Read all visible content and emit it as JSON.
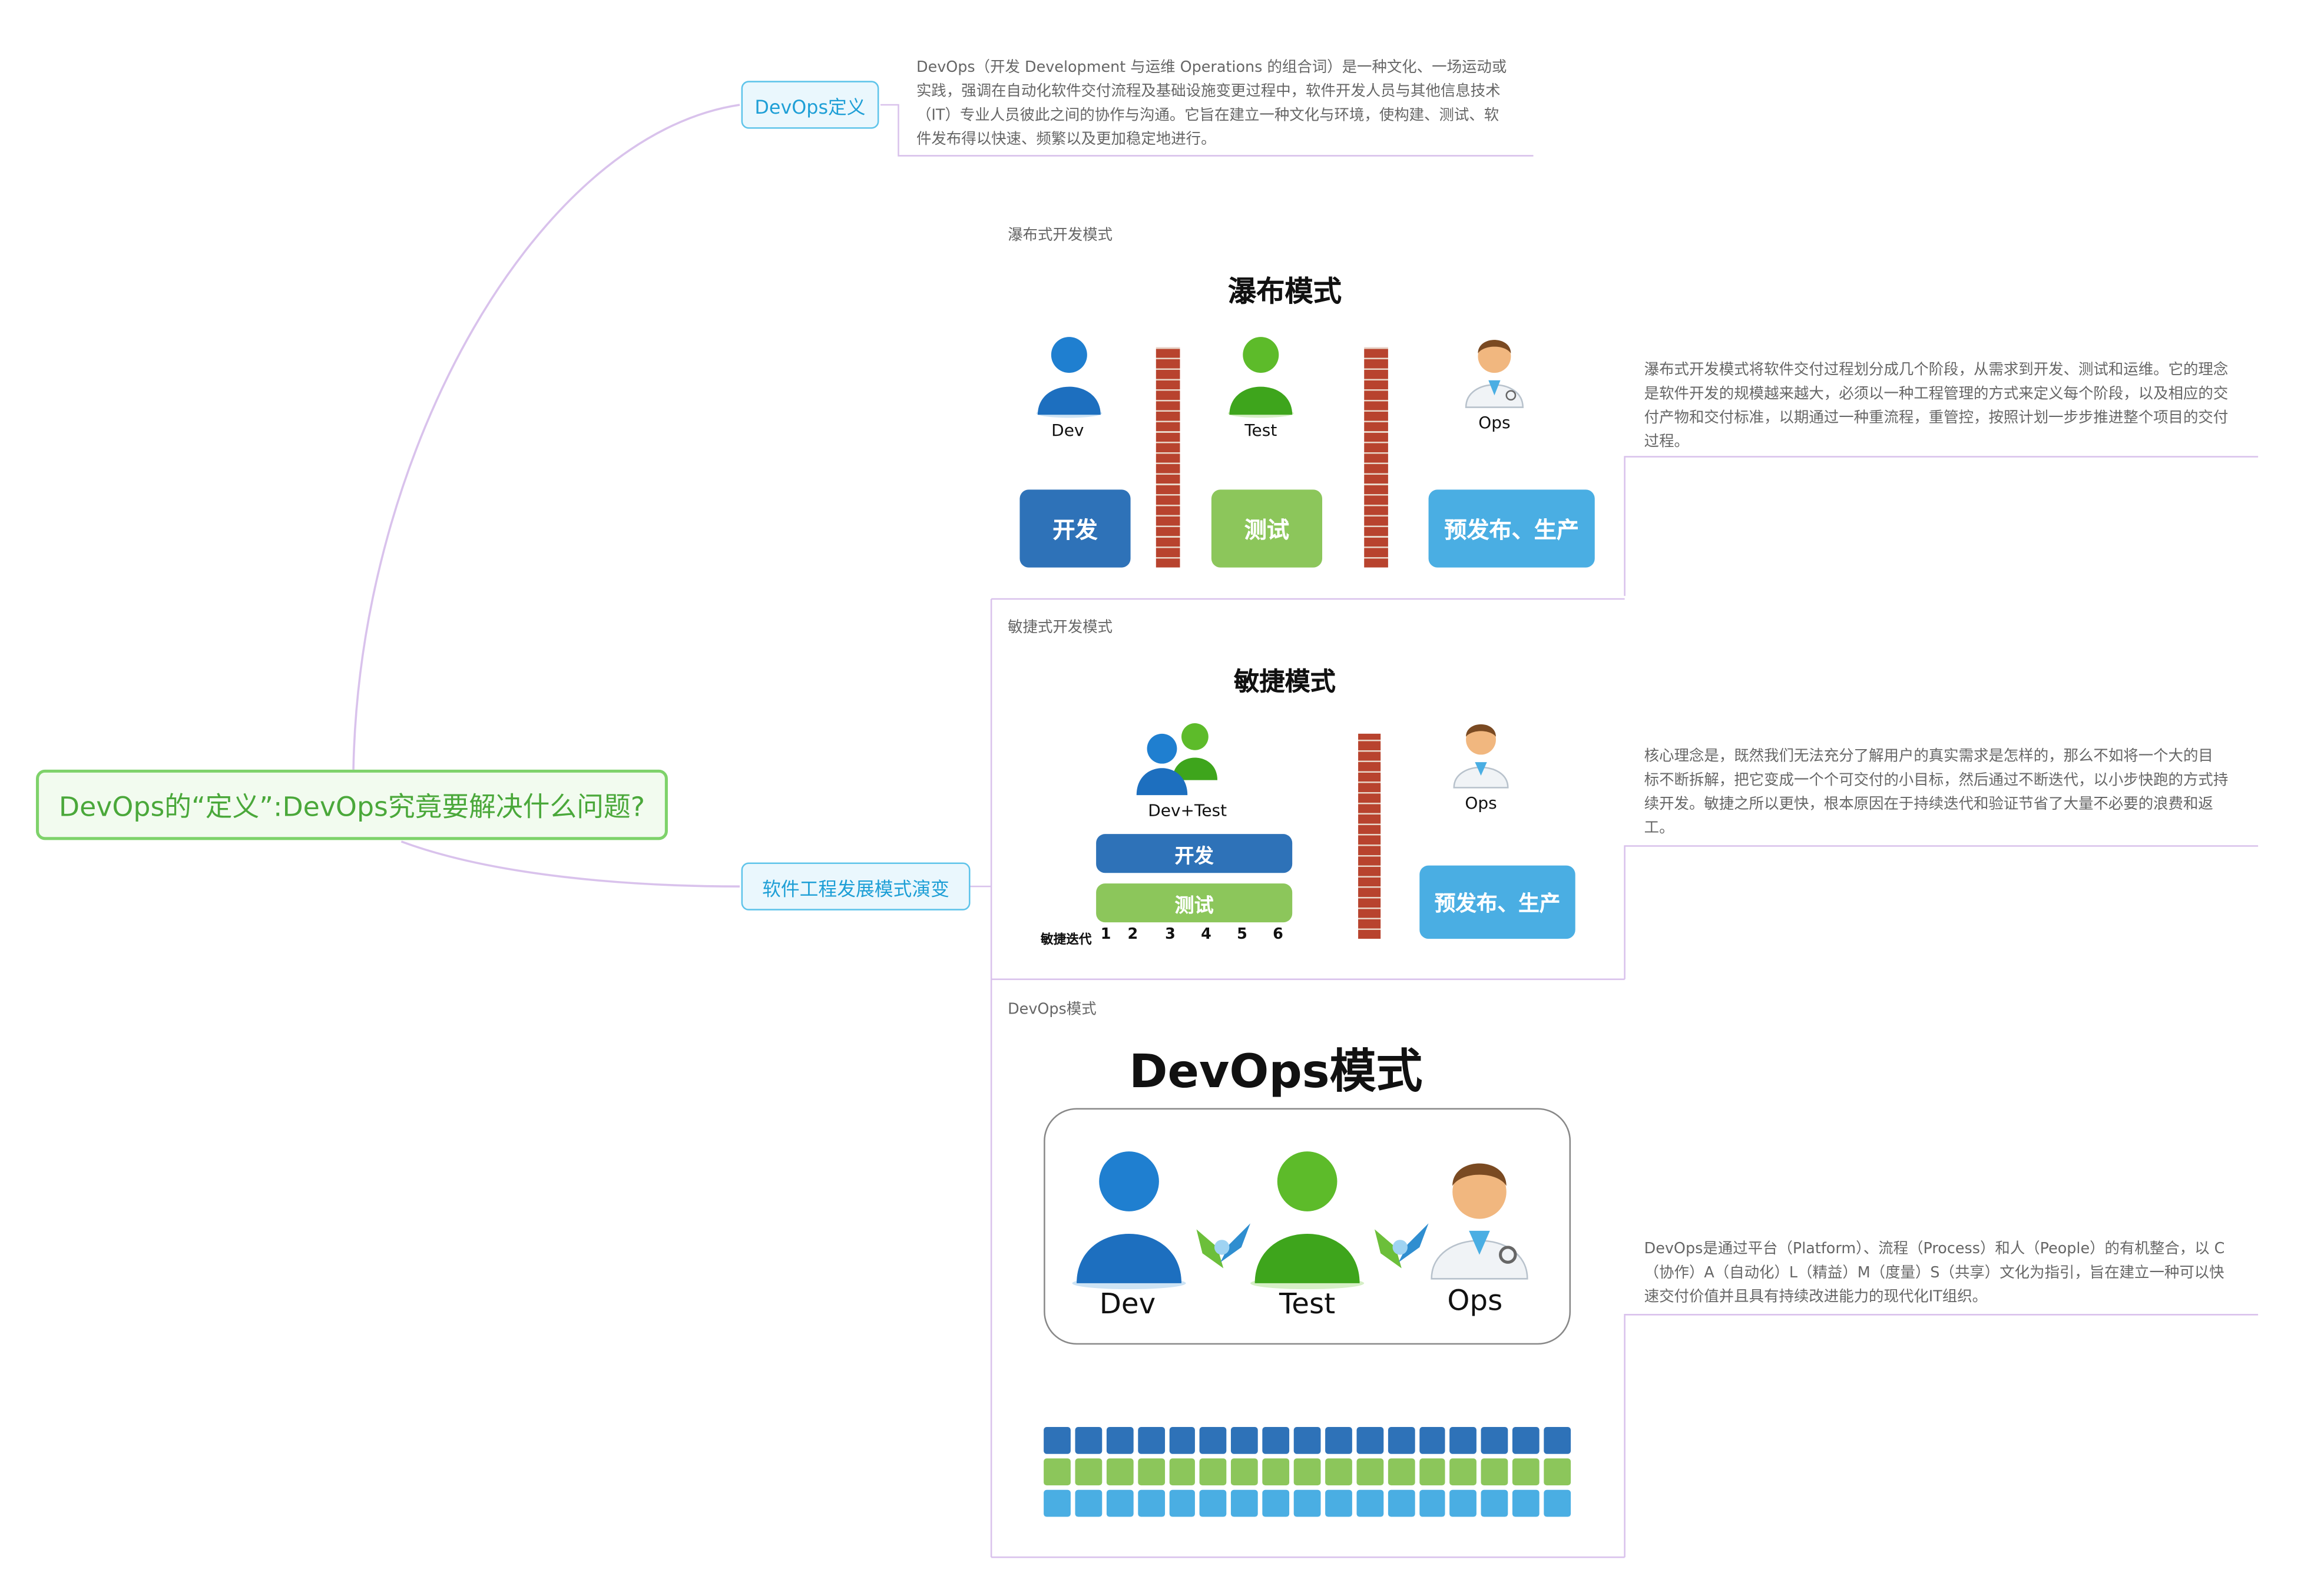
{
  "root": {
    "label": "DevOps的“定义”:DevOps究竟要解决什么问题?"
  },
  "branches": {
    "definition": {
      "label": "DevOps定义",
      "note": "DevOps（开发 Development 与运维 Operations 的组合词）是一种文化、一场运动或实践，强调在自动化软件交付流程及基础设施变更过程中，软件开发人员与其他信息技术（IT）专业人员彼此之间的协作与沟通。它旨在建立一种文化与环境，使构建、测试、软件发布得以快速、频繁以及更加稳定地进行。"
    },
    "evolution": {
      "label": "软件工程发展模式演变"
    }
  },
  "waterfall": {
    "caption": "瀑布式开发模式",
    "title": "瀑布模式",
    "people": [
      "Dev",
      "Test",
      "Ops"
    ],
    "phases": [
      "开发",
      "测试",
      "预发布、生产"
    ],
    "note": "瀑布式开发模式将软件交付过程划分成几个阶段，从需求到开发、测试和运维。它的理念是软件开发的规模越来越大，必须以一种工程管理的方式来定义每个阶段，以及相应的交付产物和交付标准，以期通过一种重流程，重管控，按照计划一步步推进整个项目的交付过程。"
  },
  "agile": {
    "caption": "敏捷式开发模式",
    "title": "敏捷模式",
    "people": [
      "Dev+Test",
      "Ops"
    ],
    "phases": [
      "开发",
      "测试",
      "预发布、生产"
    ],
    "iteration_label": "敏捷迭代",
    "iterations": [
      "1",
      "2",
      "3",
      "4",
      "5",
      "6"
    ],
    "note": "核心理念是，既然我们无法充分了解用户的真实需求是怎样的，那么不如将一个大的目 标不断拆解，把它变成一个个可交付的小目标，然后通过不断迭代，以小步快跑的方式持续开发。敏捷之所以更快，根本原因在于持续迭代和验证节省了大量不必要的浪费和返工。"
  },
  "devops": {
    "caption": "DevOps模式",
    "title": "DevOps模式",
    "people": [
      "Dev",
      "Test",
      "Ops"
    ],
    "grid_columns": 17,
    "grid_colors": [
      "#2e72b8",
      "#8cc65b",
      "#4aaee3"
    ],
    "note": "DevOps是通过平台（Platform）、流程（Process）和人（People）的有机整合，以 C（协作）A（自动化）L（精益）M（度量）S（共享）文化为指引，旨在建立一种可以快速交付价值并且具有持续改进能力的现代化IT组织。"
  },
  "colors": {
    "link": "#d9c2ec",
    "dev_blue": "#2e72b8",
    "test_green": "#8cc65b",
    "ops_blue": "#4aaee3",
    "root_border": "#7ed26a",
    "sub_border": "#5fc4ea"
  },
  "icons": [
    "person-blue-icon",
    "person-green-icon",
    "doctor-icon",
    "handshake-icon",
    "brick-wall-icon"
  ]
}
